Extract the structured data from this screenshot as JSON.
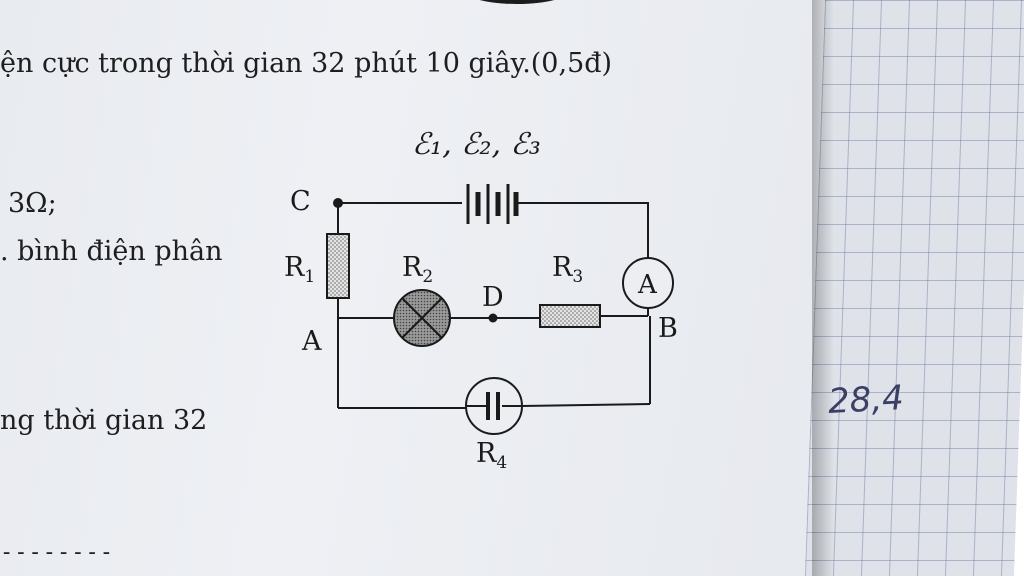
{
  "text_lines": {
    "line1": "ện cực trong thời gian 32 phút 10 giây.(0,5đ)",
    "line2": "3Ω;",
    "line3": ". bình điện phân",
    "line4": "ng thời gian 32",
    "dashes": "--------"
  },
  "circuit": {
    "emf_label": "ℰ₁, ℰ₂, ℰ₃",
    "node_c": "C",
    "node_a": "A",
    "node_b": "B",
    "node_d": "D",
    "r1": "R",
    "r1_sub": "1",
    "r2": "R",
    "r2_sub": "2",
    "r3": "R",
    "r3_sub": "3",
    "r4": "R",
    "r4_sub": "4",
    "ammeter": "A"
  },
  "handwriting": "28,4"
}
